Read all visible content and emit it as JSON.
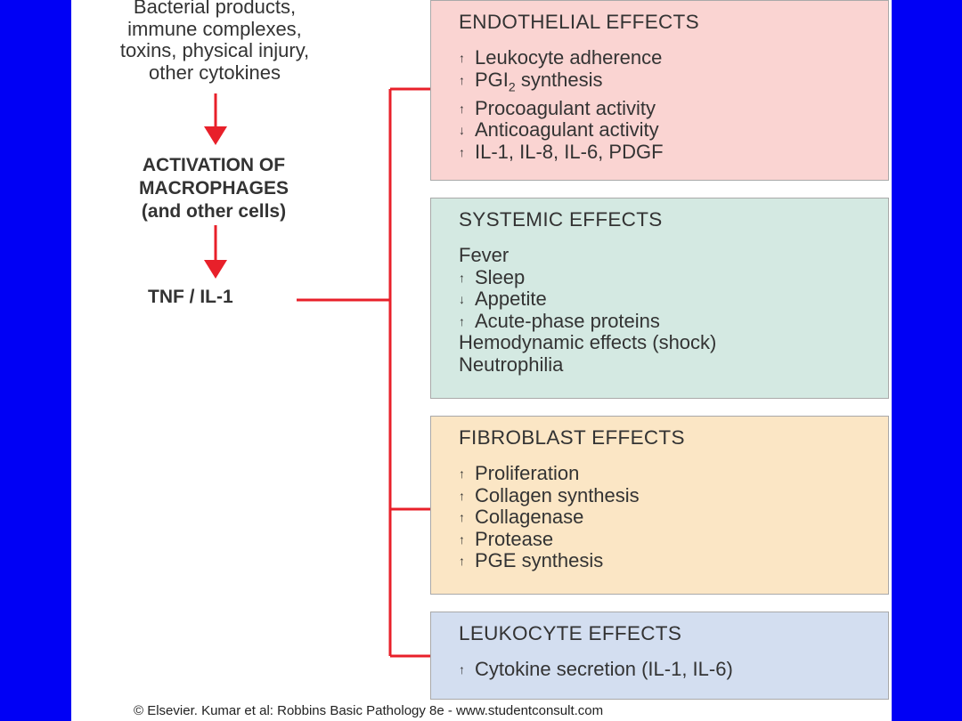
{
  "source": {
    "lines": [
      "Bacterial products,",
      "immune complexes,",
      "toxins, physical injury,",
      "other cytokines"
    ]
  },
  "activation": {
    "lines": [
      "ACTIVATION OF",
      "MACROPHAGES",
      "(and other cells)"
    ]
  },
  "mediator": "TNF / IL-1",
  "arrow_symbols": {
    "up": "↑",
    "down": "↓"
  },
  "colors": {
    "background": "#0000f5",
    "connector": "#e8202a",
    "endothelial": "#fad4d2",
    "systemic": "#d4e9e2",
    "fibroblast": "#fbe6c5",
    "leukocyte": "#d3def0"
  },
  "boxes": [
    {
      "title": "ENDOTHELIAL EFFECTS",
      "items": [
        {
          "arrow": "up",
          "text": "Leukocyte adherence"
        },
        {
          "arrow": "up",
          "text_pre": "PGI",
          "sub": "2",
          "text_post": " synthesis"
        },
        {
          "arrow": "up",
          "text": "Procoagulant activity"
        },
        {
          "arrow": "down",
          "text": "Anticoagulant activity"
        },
        {
          "arrow": "up",
          "text": "IL-1, IL-8, IL-6, PDGF"
        }
      ]
    },
    {
      "title": "SYSTEMIC EFFECTS",
      "items": [
        {
          "arrow": "",
          "text": "Fever"
        },
        {
          "arrow": "up",
          "text": "Sleep"
        },
        {
          "arrow": "down",
          "text": "Appetite"
        },
        {
          "arrow": "up",
          "text": "Acute-phase proteins"
        },
        {
          "arrow": "",
          "text": "Hemodynamic effects (shock)"
        },
        {
          "arrow": "",
          "text": "Neutrophilia"
        }
      ]
    },
    {
      "title": "FIBROBLAST EFFECTS",
      "items": [
        {
          "arrow": "up",
          "text": "Proliferation"
        },
        {
          "arrow": "up",
          "text": "Collagen synthesis"
        },
        {
          "arrow": "up",
          "text": "Collagenase"
        },
        {
          "arrow": "up",
          "text": "Protease"
        },
        {
          "arrow": "up",
          "text": "PGE synthesis"
        }
      ]
    },
    {
      "title": "LEUKOCYTE EFFECTS",
      "items": [
        {
          "arrow": "up",
          "text": "Cytokine secretion (IL-1, IL-6)"
        }
      ]
    }
  ],
  "credit": "© Elsevier. Kumar et al: Robbins Basic Pathology 8e - www.studentconsult.com"
}
